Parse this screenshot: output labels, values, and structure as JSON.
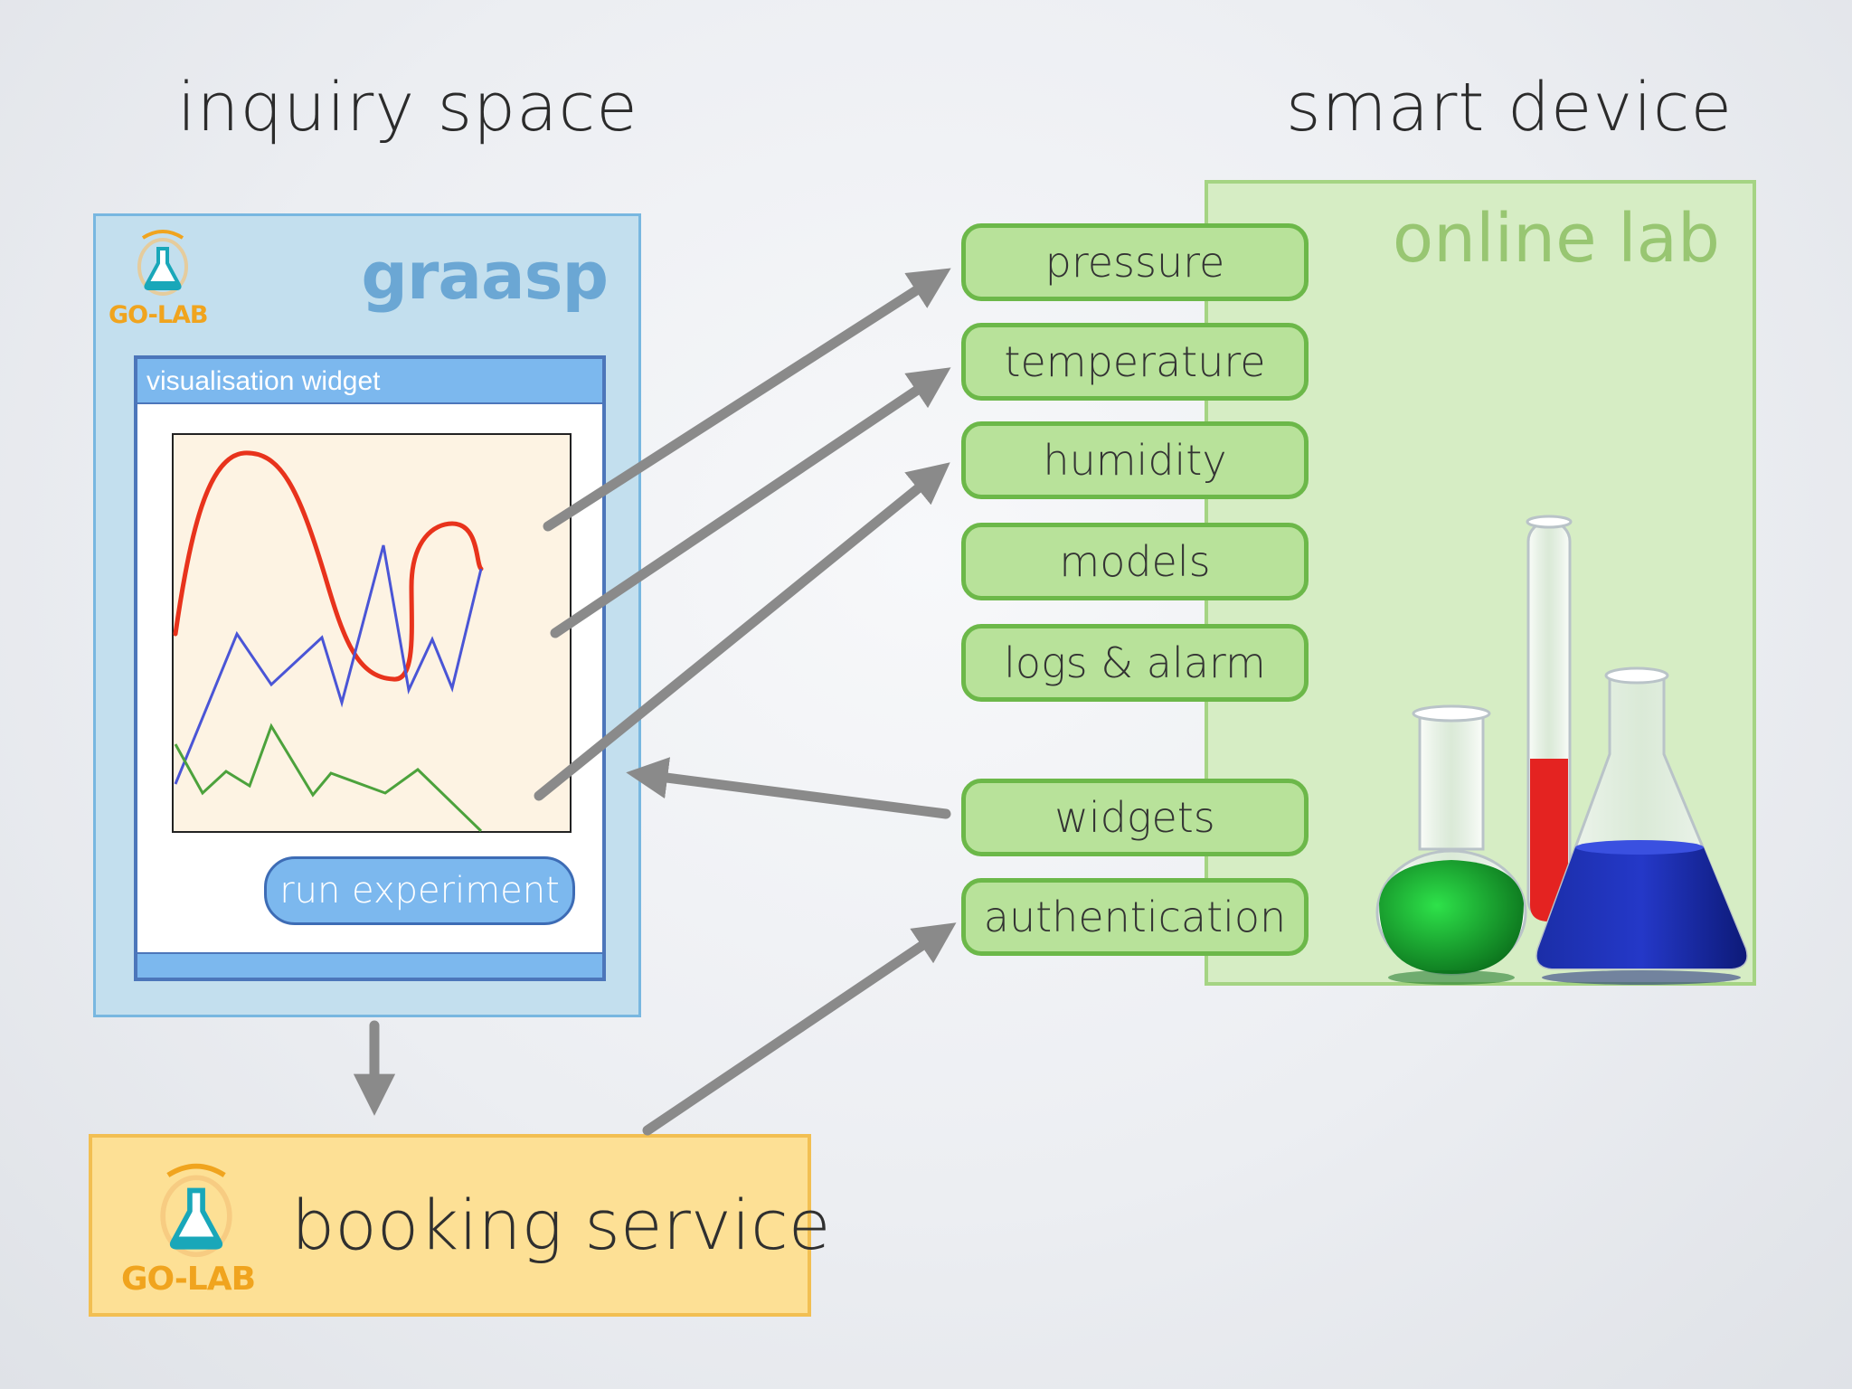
{
  "headings": {
    "left": "inquiry space",
    "right": "smart device"
  },
  "graasp": {
    "title": "graasp",
    "logo_text": "GO-LAB",
    "widget_title": "visualisation widget",
    "run_button": "run experiment"
  },
  "lab": {
    "title": "online lab",
    "services": [
      {
        "label": "pressure"
      },
      {
        "label": "temperature"
      },
      {
        "label": "humidity"
      },
      {
        "label": "models"
      },
      {
        "label": "logs & alarm"
      },
      {
        "label": "widgets"
      },
      {
        "label": "authentication"
      }
    ]
  },
  "booking": {
    "label": "booking service",
    "logo_text": "GO-LAB"
  },
  "colors": {
    "graasp_panel": "#c3dfee",
    "lab_panel": "#d6edc4",
    "booking_panel": "#fde095",
    "pill_fill": "#b8e29a",
    "pill_border": "#6cb849",
    "arrow": "#8a8a8a",
    "series_red": "#e8331c",
    "series_blue": "#4a55d6",
    "series_green": "#4ca23c"
  }
}
